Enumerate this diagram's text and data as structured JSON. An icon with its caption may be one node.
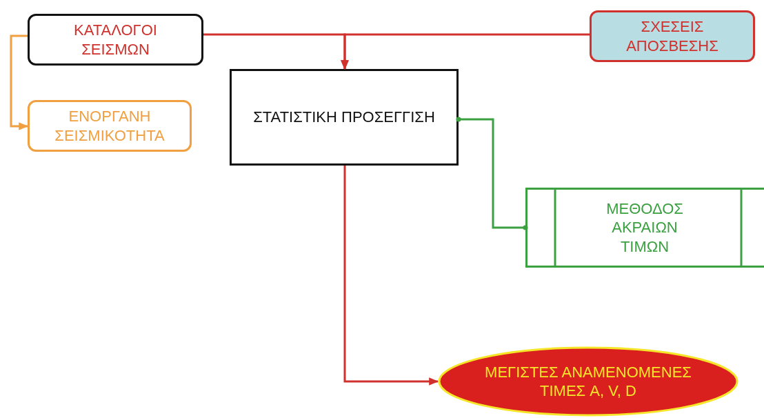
{
  "diagram": {
    "nodes": [
      {
        "text": [
          "ΚΑΤΑΛΟΓΟΙ ΣΕΙΣΜΩΝ"
        ]
      },
      {
        "text": [
          "ΣΧΕΣΕΙΣ ΑΠΟΣΒΕΣΗΣ"
        ]
      },
      {
        "text": [
          "ΕΝΟΡΓΑΝΗ ΣΕΙΣΜΙΚΟΤΗΤΑ"
        ]
      },
      {
        "text": [
          "ΣΤΑΤΙΣΤΙΚΗ ΠΡΟΣΕΓΓΙΣΗ"
        ]
      },
      {
        "text": [
          "ΜΕΘΟΔΟΣ ΑΚΡΑΙΩΝ ΤΙΜΩΝ"
        ]
      },
      {
        "text": [
          "ΜΕΓΙΣΤΕΣ ΑΝΑΜΕΝΟΜΕΝΕΣ ΤΙΜΕΣ A, V, D"
        ]
      }
    ],
    "edges": [
      {
        "from": 0,
        "to": 3,
        "arrow": "to"
      },
      {
        "from": 1,
        "to": 3,
        "arrow": "to"
      },
      {
        "from": 0,
        "to": 2,
        "arrow": "to",
        "color": "#f0a040"
      },
      {
        "from": 3,
        "to": 4,
        "arrow": "other",
        "color": "#3aa040"
      },
      {
        "from": 3,
        "to": 5,
        "arrow": "to"
      }
    ]
  }
}
